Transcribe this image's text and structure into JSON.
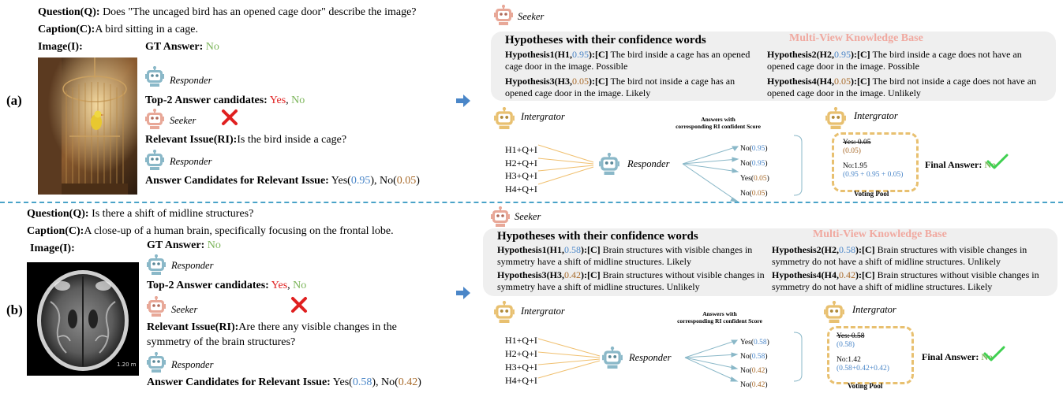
{
  "colors": {
    "confident_blue": "#4a86c8",
    "confident_brown": "#a86a2a",
    "answer_green": "#7cb55a",
    "wrong_red": "#e02020",
    "pool_border": "#e8c070",
    "kb_bg": "#efefef",
    "kb_title": "#f0a9a0",
    "divider": "#4aa3c8"
  },
  "icons": {
    "responder": "robot-icon-blue",
    "seeker": "robot-icon-pink",
    "intergrator": "robot-icon-orange",
    "wrong": "cross-icon",
    "right": "check-icon",
    "arrow": "right-arrow-icon"
  },
  "a": {
    "panel_label": "(a)",
    "question_label": "Question(Q):",
    "question_text": " Does \"The uncaged bird has an opened cage door\" describe the image?",
    "caption_label": "Caption(C):",
    "caption_text": "A bird sitting in a cage.",
    "image_label": "Image(I):",
    "gt_label": "GT Answer:",
    "gt_value": " No",
    "responder_name": "Responder",
    "top2_label": "Top-2 Answer candidates:",
    "top2_yes": " Yes",
    "top2_sep": ",",
    "top2_no": " No",
    "seeker_name": "Seeker",
    "ri_label": "Relevant Issue(RI):",
    "ri_text": "Is the bird inside a cage?",
    "responder_name2": "Responder",
    "ac_label": "Answer Candidates for Relevant Issue:",
    "ac_yes": " Yes(",
    "ac_yes_val": "0.95",
    "ac_mid": "), No(",
    "ac_no_val": "0.05",
    "ac_end": ")",
    "seeker_right": "Seeker",
    "kb_heading": "Hypotheses with their confidence words",
    "kb_title": "Multi-View  Knowledge Base",
    "h1_label": "Hypothesis1(H1,",
    "h1_val": "0.95",
    "h1_rest": "):[C]",
    "h1_text": " The bird inside a cage has an opened cage door in the image. Possible",
    "h2_label": "Hypothesis2(H2,",
    "h2_val": "0.95",
    "h2_rest": "):[C]",
    "h2_text": " The bird inside a cage does not have an opened cage door in the image. Possible",
    "h3_label": "Hypothesis3(H3,",
    "h3_val": "0.05",
    "h3_rest": "):[C]",
    "h3_text": " The bird not inside a cage has an opened cage door in the image. Likely",
    "h4_label": "Hypothesis4(H4,",
    "h4_val": "0.05",
    "h4_rest": "):[C]",
    "h4_text": " The bird not inside a cage does not have an opened cage door in the image. Unlikely",
    "intergrator_left": "Intergrator",
    "intergrator_right": "Intergrator",
    "answers_with": "Answers with",
    "corresponding": "corresponding RI confident Score",
    "inputs": [
      "H1+Q+I",
      "H2+Q+I",
      "H3+Q+I",
      "H4+Q+I"
    ],
    "responder_mid": "Responder",
    "outputs": [
      {
        "ans": "No(",
        "val": "0.95",
        "c": "blue"
      },
      {
        "ans": "No(",
        "val": "0.95",
        "c": "blue"
      },
      {
        "ans": "Yes(",
        "val": "0.05",
        "c": "brown"
      },
      {
        "ans": "No(",
        "val": "0.05",
        "c": "brown"
      }
    ],
    "pool_yes": "Yes: 0.05",
    "pool_yes_paren": "(0.05)",
    "pool_no": "No:1.95",
    "pool_no_sum": "(0.95 + 0.95 + 0.05)",
    "pool_label": "Voting Pool",
    "final_label": "Final Answer:",
    "final_value": " No"
  },
  "b": {
    "panel_label": "(b)",
    "question_label": "Question(Q):",
    "question_text": " Is there a shift of midline structures?",
    "caption_label": "Caption(C):",
    "caption_text": "A close-up of a human brain, specifically focusing on the frontal lobe.",
    "image_label": "Image(I):",
    "gt_label": "GT Answer:",
    "gt_value": " No",
    "responder_name": "Responder",
    "top2_label": "Top-2 Answer candidates:",
    "top2_yes": " Yes",
    "top2_sep": ",",
    "top2_no": " No",
    "seeker_name": "Seeker",
    "ri_label": "Relevant Issue(RI):",
    "ri_text": "Are there any visible changes in the",
    "ri_text2": "symmetry of the brain structures?",
    "responder_name2": "Responder",
    "ac_label": "Answer Candidates for Relevant Issue:",
    "ac_yes": " Yes(",
    "ac_yes_val": "0.58",
    "ac_mid": "), No(",
    "ac_no_val": "0.42",
    "ac_end": ")",
    "scan_scale": "1.20 m",
    "seeker_right": "Seeker",
    "kb_heading": "Hypotheses with their confidence words",
    "kb_title": "Multi-View  Knowledge Base",
    "h1_label": "Hypothesis1(H1,",
    "h1_val": "0.58",
    "h1_rest": "):[C]",
    "h1_text": " Brain structures with visible changes in symmetry have a shift of midline structures. Likely",
    "h2_label": "Hypothesis2(H2,",
    "h2_val": "0.58",
    "h2_rest": "):[C]",
    "h2_text": " Brain structures with visible changes in symmetry do not have a shift of midline structures. Unlikely",
    "h3_label": "Hypothesis3(H3,",
    "h3_val": "0.42",
    "h3_rest": "):[C]",
    "h3_text": " Brain structures without visible changes in symmetry have a shift of midline structures. Unlikely",
    "h4_label": "Hypothesis4(H4,",
    "h4_val": "0.42",
    "h4_rest": "):[C]",
    "h4_text": " Brain structures without visible changes in symmetry do not have a shift of midline structures. Likely",
    "intergrator_left": "Intergrator",
    "intergrator_right": "Intergrator",
    "answers_with": "Answers with",
    "corresponding": "corresponding RI confident Score",
    "inputs": [
      "H1+Q+I",
      "H2+Q+I",
      "H3+Q+I",
      "H4+Q+I"
    ],
    "responder_mid": "Responder",
    "outputs": [
      {
        "ans": "Yes(",
        "val": "0.58",
        "c": "blue"
      },
      {
        "ans": "No(",
        "val": "0.58",
        "c": "blue"
      },
      {
        "ans": "No(",
        "val": "0.42",
        "c": "brown"
      },
      {
        "ans": "No(",
        "val": "0.42",
        "c": "brown"
      }
    ],
    "pool_yes": "Yes: 0.58",
    "pool_yes_paren": "(0.58)",
    "pool_no": "No:1.42",
    "pool_no_sum": "(0.58+0.42+0.42)",
    "pool_label": "Voting Pool",
    "final_label": "Final Answer:",
    "final_value": " No"
  }
}
